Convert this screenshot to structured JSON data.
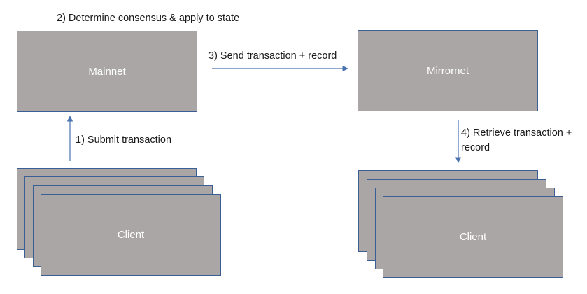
{
  "nodes": {
    "mainnet": "Mainnet",
    "mirrornet": "Mirrornet",
    "client_left": "Client",
    "client_right": "Client"
  },
  "steps": {
    "step1": "1) Submit transaction",
    "step2": "2) Determine consensus & apply to state",
    "step3": "3) Send transaction + record",
    "step4_line1": "4) Retrieve transaction +",
    "step4_line2": "record"
  },
  "colors": {
    "box_fill": "#aaa6a6",
    "box_border": "#3b5f94",
    "arrow": "#4a72b0",
    "box_text": "#ffffff"
  }
}
